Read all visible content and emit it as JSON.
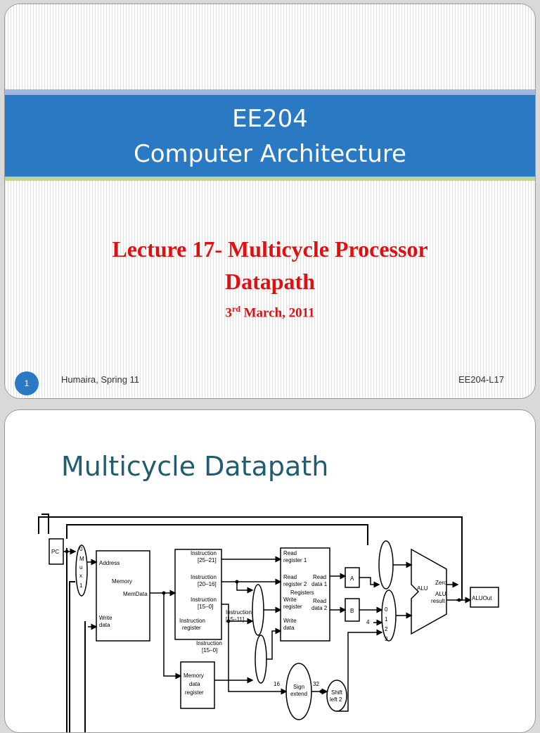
{
  "slide1": {
    "title_line1": "EE204",
    "title_line2": "Computer Architecture",
    "lecture_line1": "Lecture 17- Multicycle Processor",
    "lecture_line2": "Datapath",
    "date_prefix": "3",
    "date_sup": "rd",
    "date_rest": " March, 2011",
    "slide_number": "1",
    "footer_left": "Humaira, Spring 11",
    "footer_right": "EE204-L17"
  },
  "slide2": {
    "title": "Multicycle Datapath",
    "diagram": {
      "pc": "PC",
      "mux": [
        "0",
        "M",
        "u",
        "x",
        "1"
      ],
      "address": "Address",
      "memory": "Memory",
      "memdata": "MemData",
      "write": "Write",
      "data": "data",
      "instr_labels": [
        "Instruction",
        "[25–21]",
        "[20–16]",
        "[15–0]",
        "register",
        "[15–11]"
      ],
      "mem_data_reg": [
        "Memory",
        "data",
        "register"
      ],
      "regfile": [
        "Read",
        "register 1",
        "register 2",
        "data 1",
        "Registers",
        "register",
        "data 2"
      ],
      "a": "A",
      "b": "B",
      "alu": "ALU",
      "alu_zero": "Zero",
      "alu_result": [
        "ALU",
        "result"
      ],
      "aluout": "ALUOut",
      "sign_extend": [
        "Sign",
        "extend"
      ],
      "shift_left": [
        "Shift",
        "left 2"
      ],
      "const4": "4",
      "bits16": "16",
      "bits32": "32",
      "mux4": [
        "0",
        "1",
        "2",
        "3"
      ]
    }
  }
}
